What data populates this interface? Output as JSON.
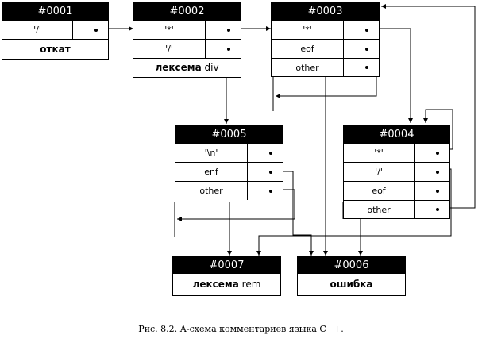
{
  "caption": "Рис. 8.2. А-схема комментариев языка С++.",
  "nodes": {
    "n0001": {
      "id": "#0001",
      "rows": [
        "'/'"
      ],
      "action": "откат"
    },
    "n0002": {
      "id": "#0002",
      "rows": [
        "'*'",
        "'/'"
      ],
      "action_bold": "лексема",
      "action_rest": " div"
    },
    "n0003": {
      "id": "#0003",
      "rows": [
        "'*'",
        "eof",
        "other"
      ]
    },
    "n0004": {
      "id": "#0004",
      "rows": [
        "'*'",
        "'/'",
        "eof",
        "other"
      ]
    },
    "n0005": {
      "id": "#0005",
      "rows": [
        "'\\n'",
        "enf",
        "other"
      ]
    },
    "n0006": {
      "id": "#0006",
      "action": "ошибка"
    },
    "n0007": {
      "id": "#0007",
      "action_bold": "лексема",
      "action_rest": " rem"
    }
  }
}
